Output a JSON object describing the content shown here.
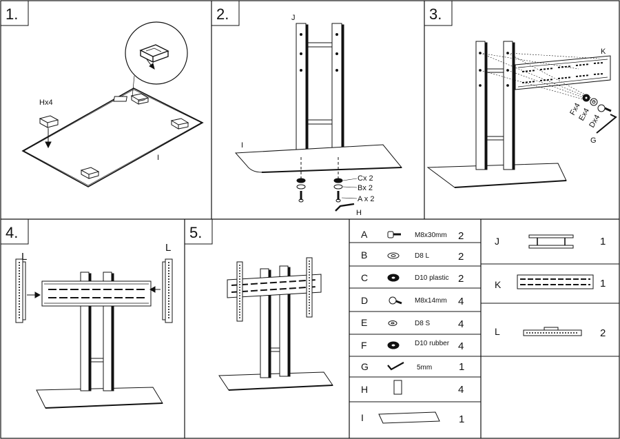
{
  "steps": [
    {
      "number": "1."
    },
    {
      "number": "2."
    },
    {
      "number": "3."
    },
    {
      "number": "4."
    },
    {
      "number": "5."
    }
  ],
  "step1": {
    "label_hx4": "Hx4",
    "label_i": "I"
  },
  "step2": {
    "label_j": "J",
    "label_i": "I",
    "label_cx2": "Cx 2",
    "label_bx2": "Bx 2",
    "label_ax2": "A x 2",
    "label_h": "H"
  },
  "step3": {
    "label_k": "K",
    "label_fx4": "Fx4",
    "label_ex4": "Ex4",
    "label_dx4": "Dx4",
    "label_g": "G"
  },
  "step4": {
    "label_l_left": "L",
    "label_l_right": "L"
  },
  "parts_left": [
    {
      "letter": "A",
      "desc": "M8x30mm",
      "qty": "2",
      "icon": "bolt-long-icon"
    },
    {
      "letter": "B",
      "desc": "D8 L",
      "qty": "2",
      "icon": "flat-washer-icon"
    },
    {
      "letter": "C",
      "desc": "D10 plastic",
      "qty": "2",
      "icon": "plastic-washer-icon"
    },
    {
      "letter": "D",
      "desc": "M8x14mm",
      "qty": "4",
      "icon": "bolt-short-icon"
    },
    {
      "letter": "E",
      "desc": "D8 S",
      "qty": "4",
      "icon": "small-washer-icon"
    },
    {
      "letter": "F",
      "desc": "D10  rubber",
      "qty": "4",
      "icon": "rubber-washer-icon"
    },
    {
      "letter": "G",
      "desc": "5mm",
      "qty": "1",
      "icon": "allen-key-icon"
    },
    {
      "letter": "H",
      "desc": "",
      "qty": "4",
      "icon": "pad-icon"
    },
    {
      "letter": "I",
      "desc": "",
      "qty": "1",
      "icon": "base-plate-icon"
    }
  ],
  "parts_right": [
    {
      "letter": "J",
      "qty": "1",
      "icon": "column-frame-icon"
    },
    {
      "letter": "K",
      "qty": "1",
      "icon": "mounting-plate-icon"
    },
    {
      "letter": "L",
      "qty": "2",
      "icon": "bracket-arm-icon"
    }
  ]
}
